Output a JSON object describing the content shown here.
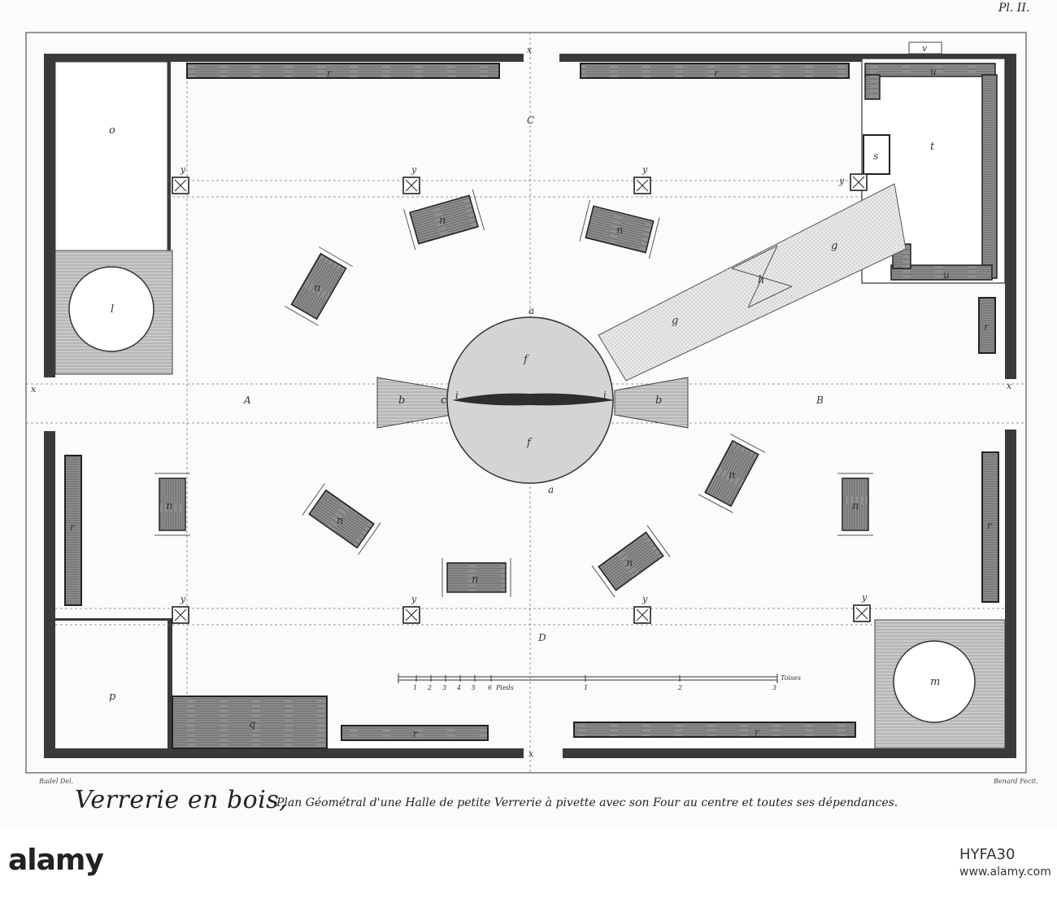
{
  "plate": {
    "number": "Pl. II.",
    "credit_left": "Radel Del.",
    "credit_right": "Benard Fecit.",
    "title_main": "Verrerie en bois,",
    "title_sub": "Plan Géométral d'une Halle de petite Verrerie à pivette avec son Four au centre et toutes ses dépendances."
  },
  "labels": {
    "A": "A",
    "B": "B",
    "C": "C",
    "D": "D",
    "a": "a",
    "b": "b",
    "c": "c",
    "f": "f",
    "g": "g",
    "h": "h",
    "i": "i",
    "l": "l",
    "m": "m",
    "n": "n",
    "o": "o",
    "p": "p",
    "q": "q",
    "r": "r",
    "s": "s",
    "t": "t",
    "u": "u",
    "v": "v",
    "x": "x",
    "y": "y"
  },
  "scale": {
    "pieds_ticks": [
      "1",
      "2",
      "3",
      "4",
      "5",
      "6"
    ],
    "pieds_label": "Pieds",
    "toises_ticks": [
      "1",
      "2",
      "3"
    ],
    "toises_label": "Toises"
  },
  "watermark": {
    "logo": "alamy",
    "image_id": "HYFA30",
    "url": "www.alamy.com"
  }
}
